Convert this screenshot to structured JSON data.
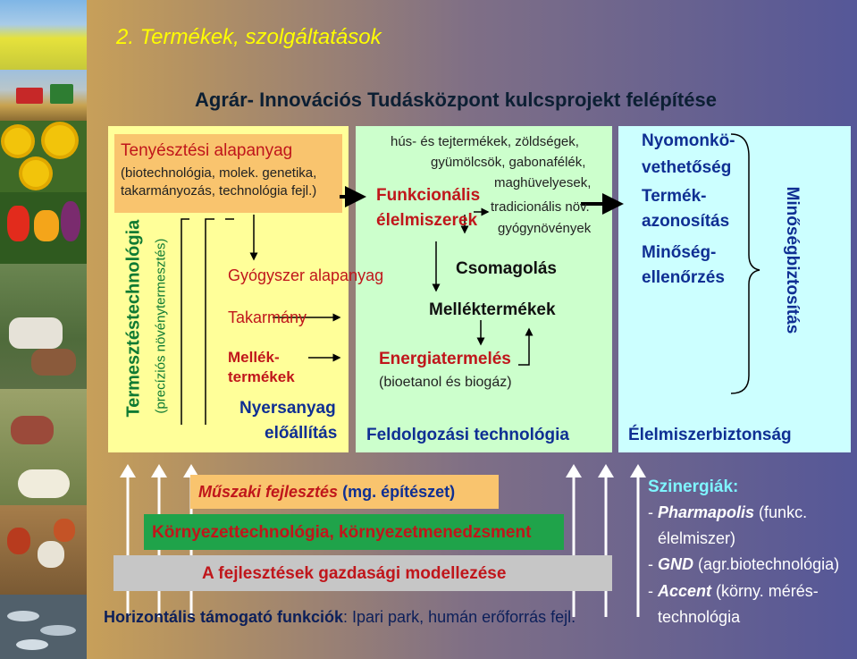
{
  "slide_title": "2. Termékek, szolgáltatások",
  "subtitle": "Agrár- Innovációs Tudásközpont kulcsprojekt felépítése",
  "photos": [
    "rapeseed-field-photo",
    "harvester-photo",
    "sunflowers-photo",
    "vegetables-photo",
    "cattle-photo",
    "sheep-photo",
    "chickens-photo",
    "fish-photo"
  ],
  "left_box": {
    "heading": "Tenyésztési alapanyag",
    "detail_line1": "(biotechnológia, molek. genetika,",
    "detail_line2": "takarmányozás, technológia fejl.)",
    "vertical_title": "Termesztéstechnológia",
    "vertical_subtitle": "(precíziós növénytermesztés)",
    "gyogyszer": "Gyógyszer alapanyag",
    "takarmany": "Takarmány",
    "mellek1": "Mellék-",
    "mellek2": "termékek",
    "nyersanyag1": "Nyersanyag",
    "nyersanyag2": "előállítás"
  },
  "middle_box": {
    "products_line1": "hús- és tejtermékek, zöldségek,",
    "products_line2": "gyümölcsök, gabonafélék,",
    "products_line3": "maghüvelyesek,",
    "products_line4": "tradicionális növ.",
    "products_line5": "gyógynövények",
    "funkcionalis1": "Funkcionális",
    "funkcionalis2": "élelmiszerek",
    "csomagolas": "Csomagolás",
    "melléktermekek": "Melléktermékek",
    "energia": "Energiatermelés",
    "energia_detail": "(bioetanol és biogáz)",
    "footer": "Feldolgozási technológia"
  },
  "right_box": {
    "item1a": "Nyomonkö-",
    "item1b": "vethetőség",
    "item2a": "Termék-",
    "item2b": "azonosítás",
    "item3a": "Minőség-",
    "item3b": "ellenőrzés",
    "vertical": "Minőségbiztosítás",
    "footer": "Élelmiszerbiztonság"
  },
  "bars": {
    "muszaki_label": "Műszaki fejlesztés",
    "muszaki_suffix": "(mg. építészet)",
    "kornyezet": "Környezettechnológia, környezetmenedzsment",
    "gazdasagi": "A fejlesztések gazdasági modellezése",
    "horizontal_label": "Horizontális támogató funkciók",
    "horizontal_rest": ": Ipari park, humán erőforrás fejl."
  },
  "synergy": {
    "title": "Szinergiák:",
    "l1_dash": "- ",
    "l1_bold": "Pharmapolis",
    "l1_rest": " (funkc.",
    "l2": "élelmiszer)",
    "l3_dash": "- ",
    "l3_bold": "GND",
    "l3_rest": " (agr.biotechnológia)",
    "l4_dash": "- ",
    "l4_bold": "Accent",
    "l4_rest": " (körny. mérés-",
    "l5": "technológia"
  },
  "colors": {
    "title_yellow": "#ffff00",
    "left_box_bg": "#ffff99",
    "middle_box_bg": "#ccffcc",
    "right_box_bg": "#ccffff",
    "orange_bar": "#f9c46e",
    "green_bar": "#1fa34a",
    "gray_bar": "#c6c6c6",
    "synergy_cyan": "#7ff5ff"
  }
}
